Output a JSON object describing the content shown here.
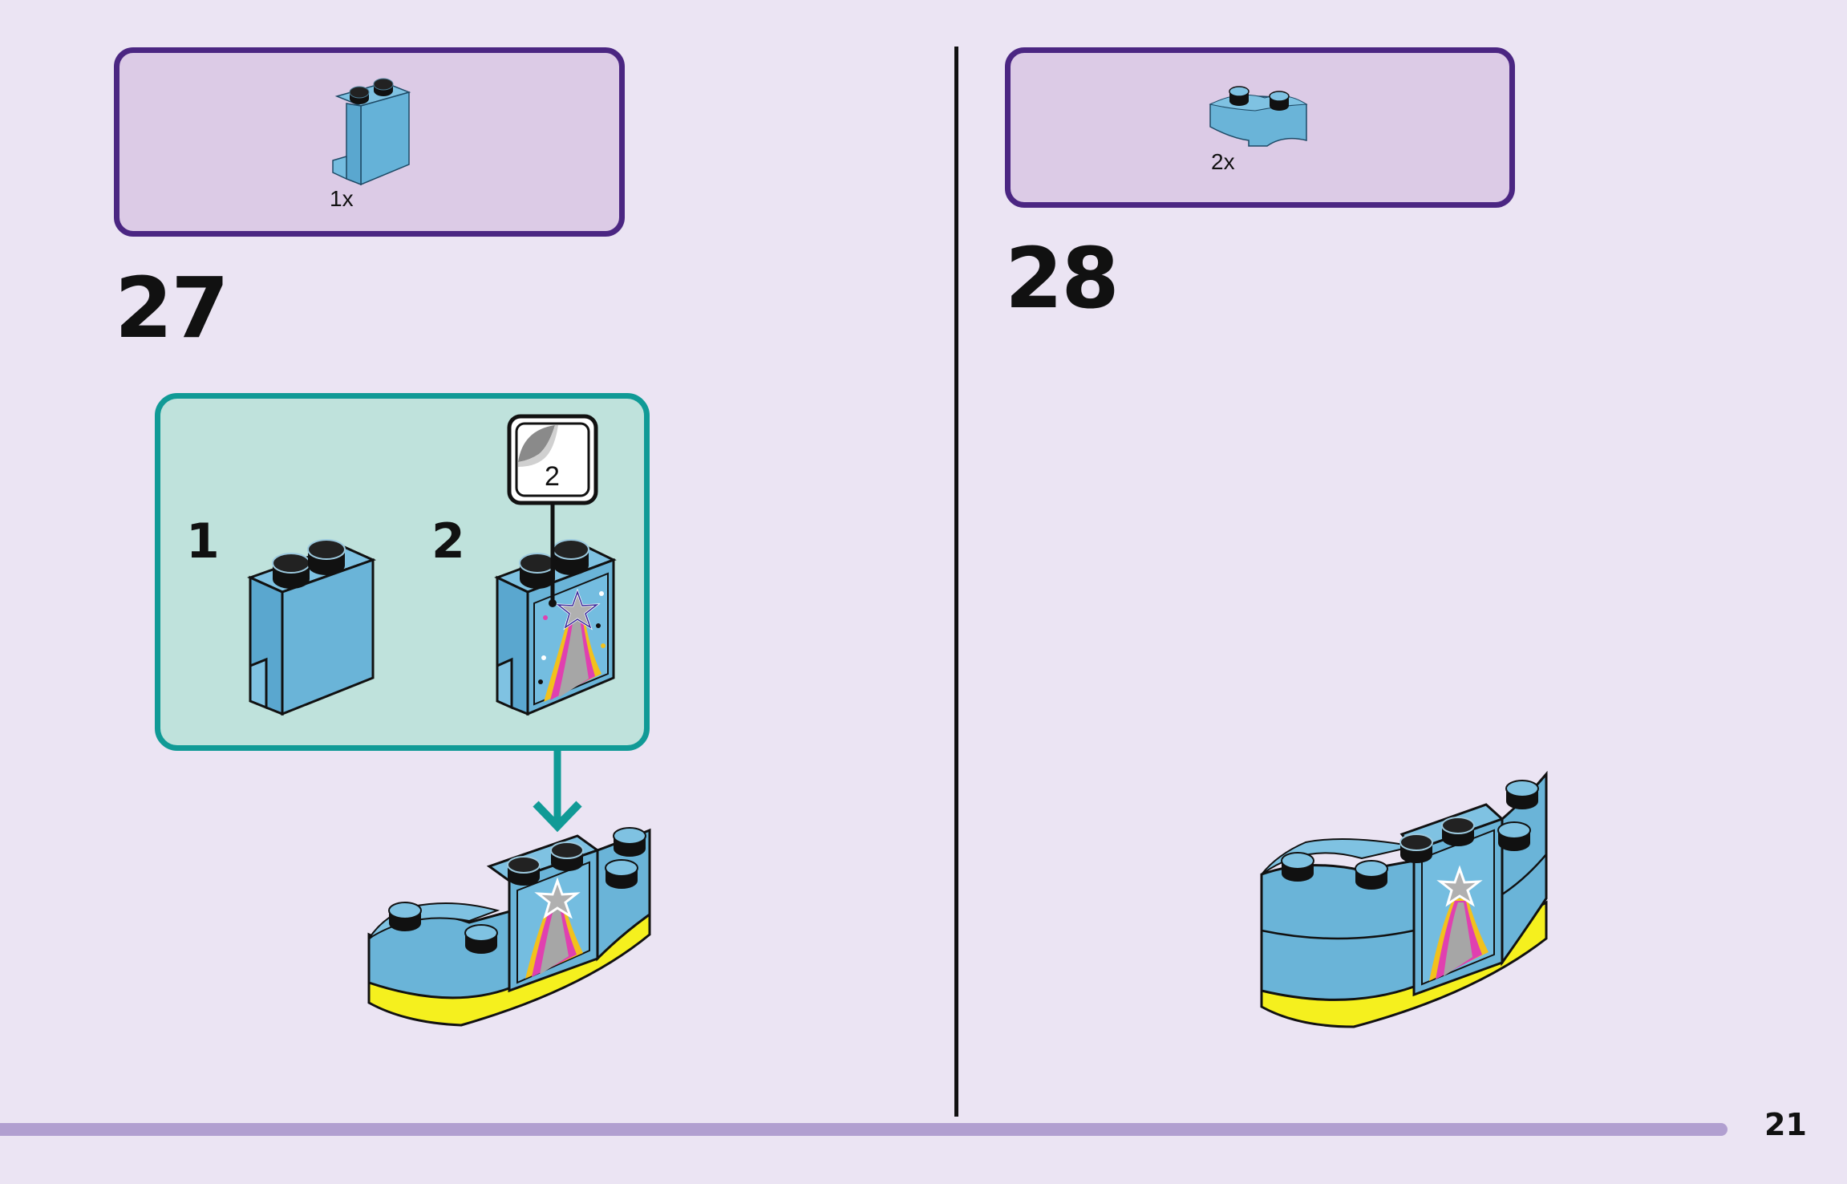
{
  "page": {
    "number": "21",
    "background_color": "#ebe4f3"
  },
  "steps": [
    {
      "number": "27",
      "parts_needed": [
        {
          "part": "panel-1x2x2-light-blue",
          "quantity": "1x"
        }
      ],
      "sub_assembly": {
        "substeps": [
          {
            "number": "1",
            "part": "panel-1x2x2-light-blue"
          },
          {
            "number": "2",
            "part": "panel-with-sticker",
            "sticker_number": "2"
          }
        ]
      },
      "result": "curved base with decorated panel"
    },
    {
      "number": "28",
      "parts_needed": [
        {
          "part": "brick-round-corner-light-blue",
          "quantity": "2x"
        }
      ],
      "result": "curved wall assembly with decorated panel"
    }
  ],
  "colors": {
    "parts_box_border": "#4b2682",
    "parts_box_fill": "#dccbe6",
    "subassembly_border": "#109a96",
    "subassembly_fill": "#bfe2dc",
    "brick_blue": "#6ab4d8",
    "base_yellow": "#f5f01e",
    "footer_bar": "#b19fd0"
  }
}
